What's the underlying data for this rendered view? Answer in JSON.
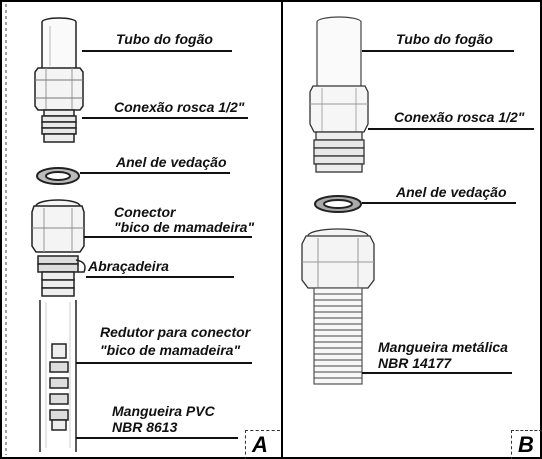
{
  "panel_a": {
    "letter": "A",
    "labels": {
      "tube": "Tubo do fogão",
      "thread": "Conexão rosca 1/2\"",
      "ring": "Anel de vedação",
      "connector_1": "Conector",
      "connector_2": "\"bico de mamadeira\"",
      "clamp": "Abraçadeira",
      "reducer_1": "Redutor para conector",
      "reducer_2": "\"bico de mamadeira\"",
      "hose_1": "Mangueira PVC",
      "hose_2": "NBR 8613"
    }
  },
  "panel_b": {
    "letter": "B",
    "labels": {
      "tube": "Tubo do fogão",
      "thread": "Conexão rosca 1/2\"",
      "ring": "Anel de vedação",
      "hose_1": "Mangueira metálica",
      "hose_2": "NBR 14177"
    }
  }
}
